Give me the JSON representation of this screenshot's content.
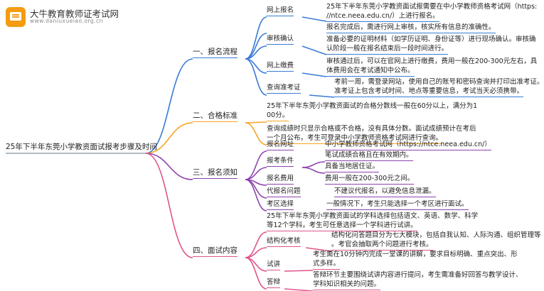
{
  "logo": {
    "title": "大牛教育教师证考试网",
    "subtitle": "www.daniuxueiao.org.cn"
  },
  "root": "25年下半年东莞小学教资面试报考步骤及时间",
  "branches": [
    {
      "label": "一、报名流程",
      "color": "#3a7bd5",
      "nodes": [
        {
          "label": "网上报名",
          "lines": [
            "25年下半年东莞小学教资面试报需要在中小学教师资格考试网（https:",
            "//ntce.neea.edu.cn/）上进行报名。"
          ]
        },
        {
          "label": "",
          "lines": [
            "报名完成后，需进行网上审核，核实所有信息的准确性。"
          ]
        },
        {
          "label": "审核确认",
          "lines": [
            "准备必要的证明材料（如学历证明、身份证等）进行现场确认。审核确",
            "认阶段一般在报名结束后一段时间进行。"
          ]
        },
        {
          "label": "网上缴费",
          "lines": [
            "审核通过后，可以在官网上进行缴费，费用一般在200-300元左右，具",
            "体费用会在考试通知中公布。"
          ]
        },
        {
          "label": "查询准考证",
          "lines": [
            "考前一周，需登录网站，使用自己的账号和密码查询并打印出准考证。",
            "准考证上包含考试时间、地点等重要信息，考试当天必须携带。"
          ]
        }
      ]
    },
    {
      "label": "二、合格标准",
      "color": "#f5a623",
      "nodes": [
        {
          "label": "",
          "lines": [
            "25年下半年东莞小学教资面试的合格分数线一般在60分以上，满分为1",
            "00分。"
          ]
        },
        {
          "label": "",
          "lines": [
            "查询成绩时只显示合格或不合格，没有具体分数。面试成绩预计在考后",
            "一个月公布，考生可登录中小学教师资格考试网进行查询。"
          ]
        }
      ]
    },
    {
      "label": "三、报名须知",
      "color": "#8e44ad",
      "nodes": [
        {
          "label": "报名网址",
          "lines": [
            "中小学教师资格考试网（https://ntce.neea.edu.cn/）"
          ]
        },
        {
          "label": "报考条件",
          "lines": [
            "笔试成绩合格且在有效期内。"
          ]
        },
        {
          "label": "",
          "lines": [
            "具备当地居住证。"
          ]
        },
        {
          "label": "报名费用",
          "lines": [
            "费用一般在200-300元之间。"
          ]
        },
        {
          "label": "代报名问题",
          "lines": [
            "不建议代报名，以避免信息泄漏。"
          ]
        },
        {
          "label": "考区选择",
          "lines": [
            "一般情况下，考生只能选择一个考区进行面试。"
          ]
        }
      ]
    },
    {
      "label": "四、面试内容",
      "color": "#e0548c",
      "nodes": [
        {
          "label": "",
          "lines": [
            "25年下半年东莞小学教资面试的学科选择包括语文、英语、数学、科学",
            "等12个学科，考生可任意选择一个学科进行试讲。"
          ]
        },
        {
          "label": "结构化考核",
          "lines": [
            "结构化问答题目分为七大模块，包括自我认知、人际沟通、组织管理等",
            "。考官会抽取两个问题进行考核。"
          ]
        },
        {
          "label": "试讲",
          "lines": [
            "考生需在10分钟内完成一堂课的讲解，要求目标明确、重点突出、形",
            "式多样。"
          ]
        },
        {
          "label": "答辩",
          "lines": [
            "答辩环节主要围绕试讲内容进行提问，考生需准备好回答与教学设计、",
            "学科知识相关的问题。"
          ]
        }
      ]
    }
  ]
}
